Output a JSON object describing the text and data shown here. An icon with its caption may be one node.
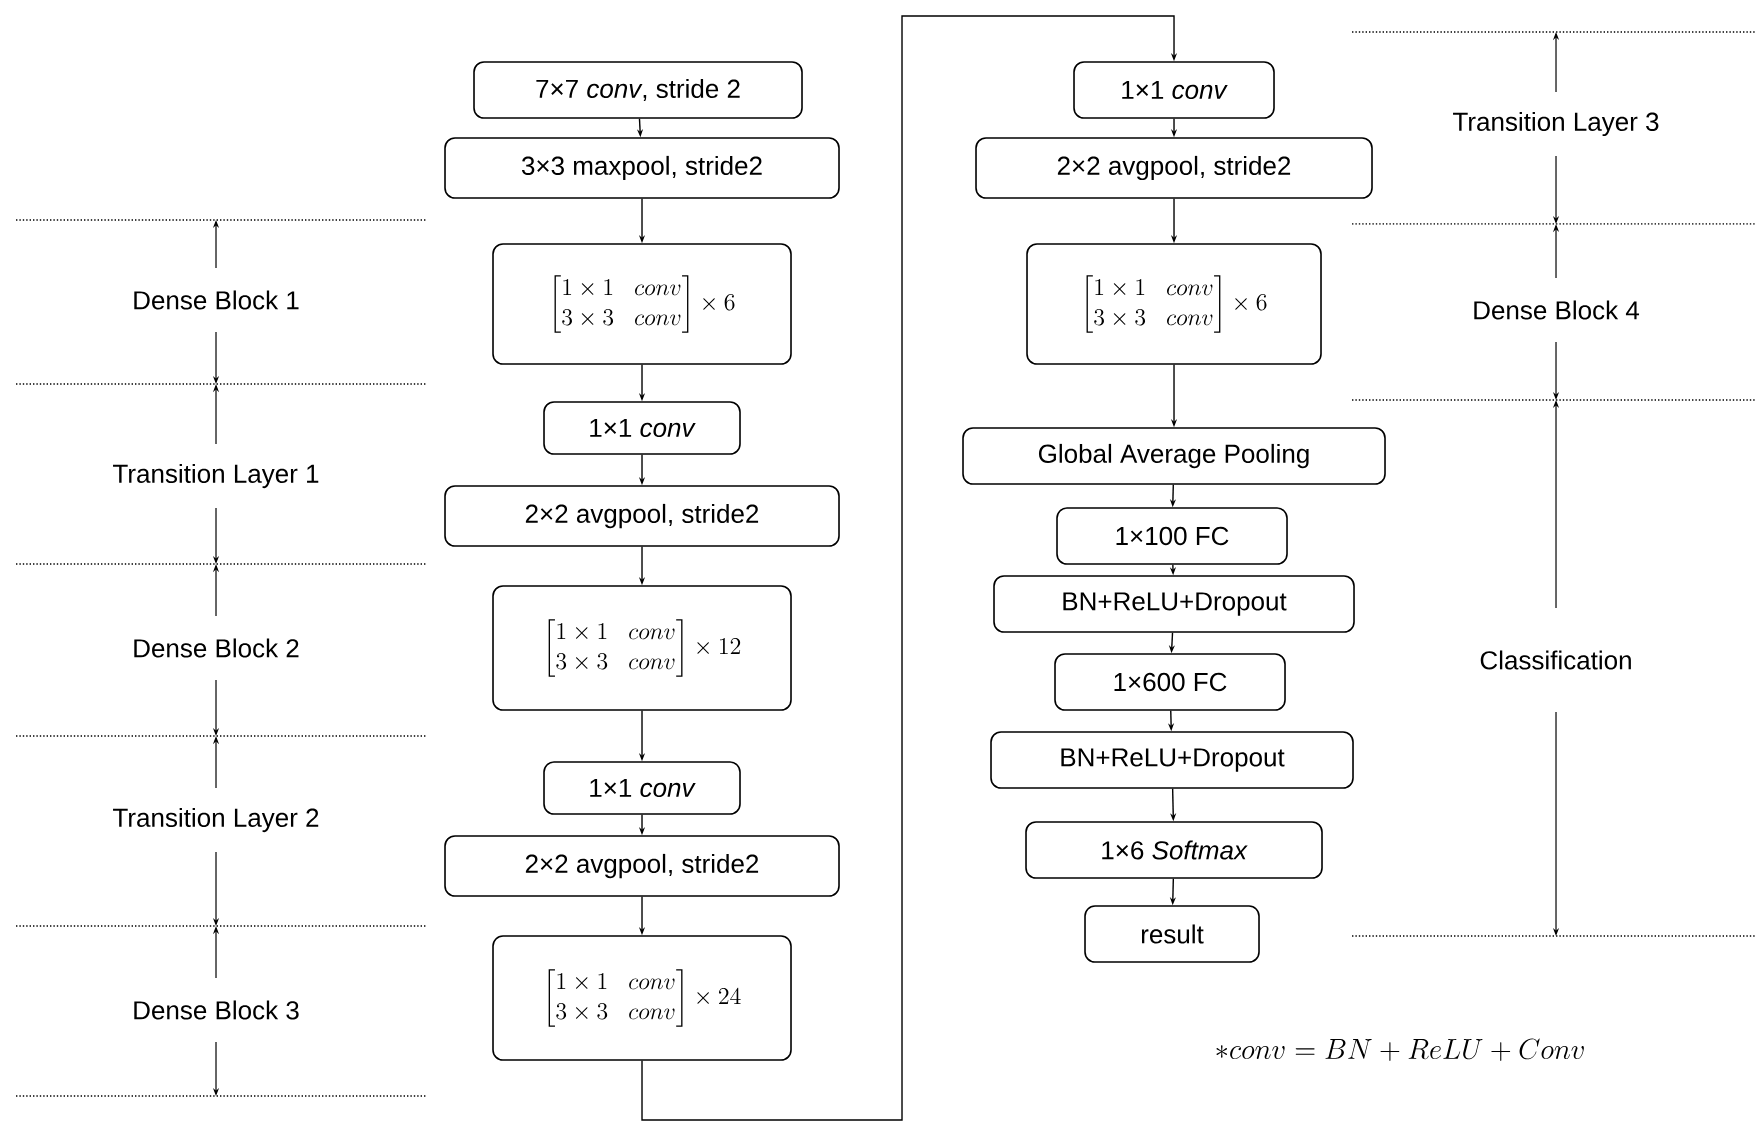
{
  "diagram": {
    "nodes": [
      {
        "text": [
          "7×7 *conv*, stride 2"
        ]
      },
      {
        "text": [
          "3×3 maxpool, stride2"
        ]
      },
      {
        "text": [
          "\\begin{bmatrix}1\\times 1 & conv\\\\ 3\\times 3 & conv\\end{bmatrix}\\times 6"
        ]
      },
      {
        "text": [
          "1×1 *conv*"
        ]
      },
      {
        "text": [
          "2×2 avgpool, stride2"
        ]
      },
      {
        "text": [
          "\\begin{bmatrix}1\\times 1 & conv\\\\ 3\\times 3 & conv\\end{bmatrix}\\times 12"
        ]
      },
      {
        "text": [
          "1×1 *conv*"
        ]
      },
      {
        "text": [
          "2×2 avgpool, stride2"
        ]
      },
      {
        "text": [
          "\\begin{bmatrix}1\\times 1 & conv\\\\ 3\\times 3 & conv\\end{bmatrix}\\times 24"
        ]
      },
      {
        "text": [
          "1×1 *conv*"
        ]
      },
      {
        "text": [
          "2×2 avgpool, stride2"
        ]
      },
      {
        "text": [
          "\\begin{bmatrix}1\\times 1 & conv\\\\ 3\\times 3 & conv\\end{bmatrix}\\times 6"
        ]
      },
      {
        "text": [
          "Global Average Pooling"
        ]
      },
      {
        "text": [
          "1×100 FC"
        ]
      },
      {
        "text": [
          "BN+ReLU+Dropout"
        ]
      },
      {
        "text": [
          "1×600 FC"
        ]
      },
      {
        "text": [
          "BN+ReLU+Dropout"
        ]
      },
      {
        "text": [
          "1×6 *Softmax*"
        ]
      },
      {
        "text": [
          "result"
        ]
      }
    ],
    "edges": [
      {
        "from": 0,
        "to": 1,
        "arrow": "to"
      },
      {
        "from": 1,
        "to": 2,
        "arrow": "to"
      },
      {
        "from": 2,
        "to": 3,
        "arrow": "to"
      },
      {
        "from": 3,
        "to": 4,
        "arrow": "to"
      },
      {
        "from": 4,
        "to": 5,
        "arrow": "to"
      },
      {
        "from": 5,
        "to": 6,
        "arrow": "to"
      },
      {
        "from": 6,
        "to": 7,
        "arrow": "to"
      },
      {
        "from": 7,
        "to": 8,
        "arrow": "to"
      },
      {
        "from": 8,
        "to": 9,
        "arrow": "to"
      },
      {
        "from": 9,
        "to": 10,
        "arrow": "to"
      },
      {
        "from": 10,
        "to": 11,
        "arrow": "to"
      },
      {
        "from": 11,
        "to": 12,
        "arrow": "to"
      },
      {
        "from": 12,
        "to": 13,
        "arrow": "to"
      },
      {
        "from": 13,
        "to": 14,
        "arrow": "to"
      },
      {
        "from": 14,
        "to": 15,
        "arrow": "to"
      },
      {
        "from": 15,
        "to": 16,
        "arrow": "to"
      },
      {
        "from": 16,
        "to": 17,
        "arrow": "to"
      },
      {
        "from": 17,
        "to": 18,
        "arrow": "to"
      }
    ],
    "labels": [
      "Dense Block 1",
      "Transition Layer 1",
      "Dense Block 2",
      "Transition Layer 2",
      "Dense Block 3",
      "Transition Layer 3",
      "Dense Block 4",
      "Classification",
      "*conv = BN + ReLU + Conv"
    ]
  }
}
